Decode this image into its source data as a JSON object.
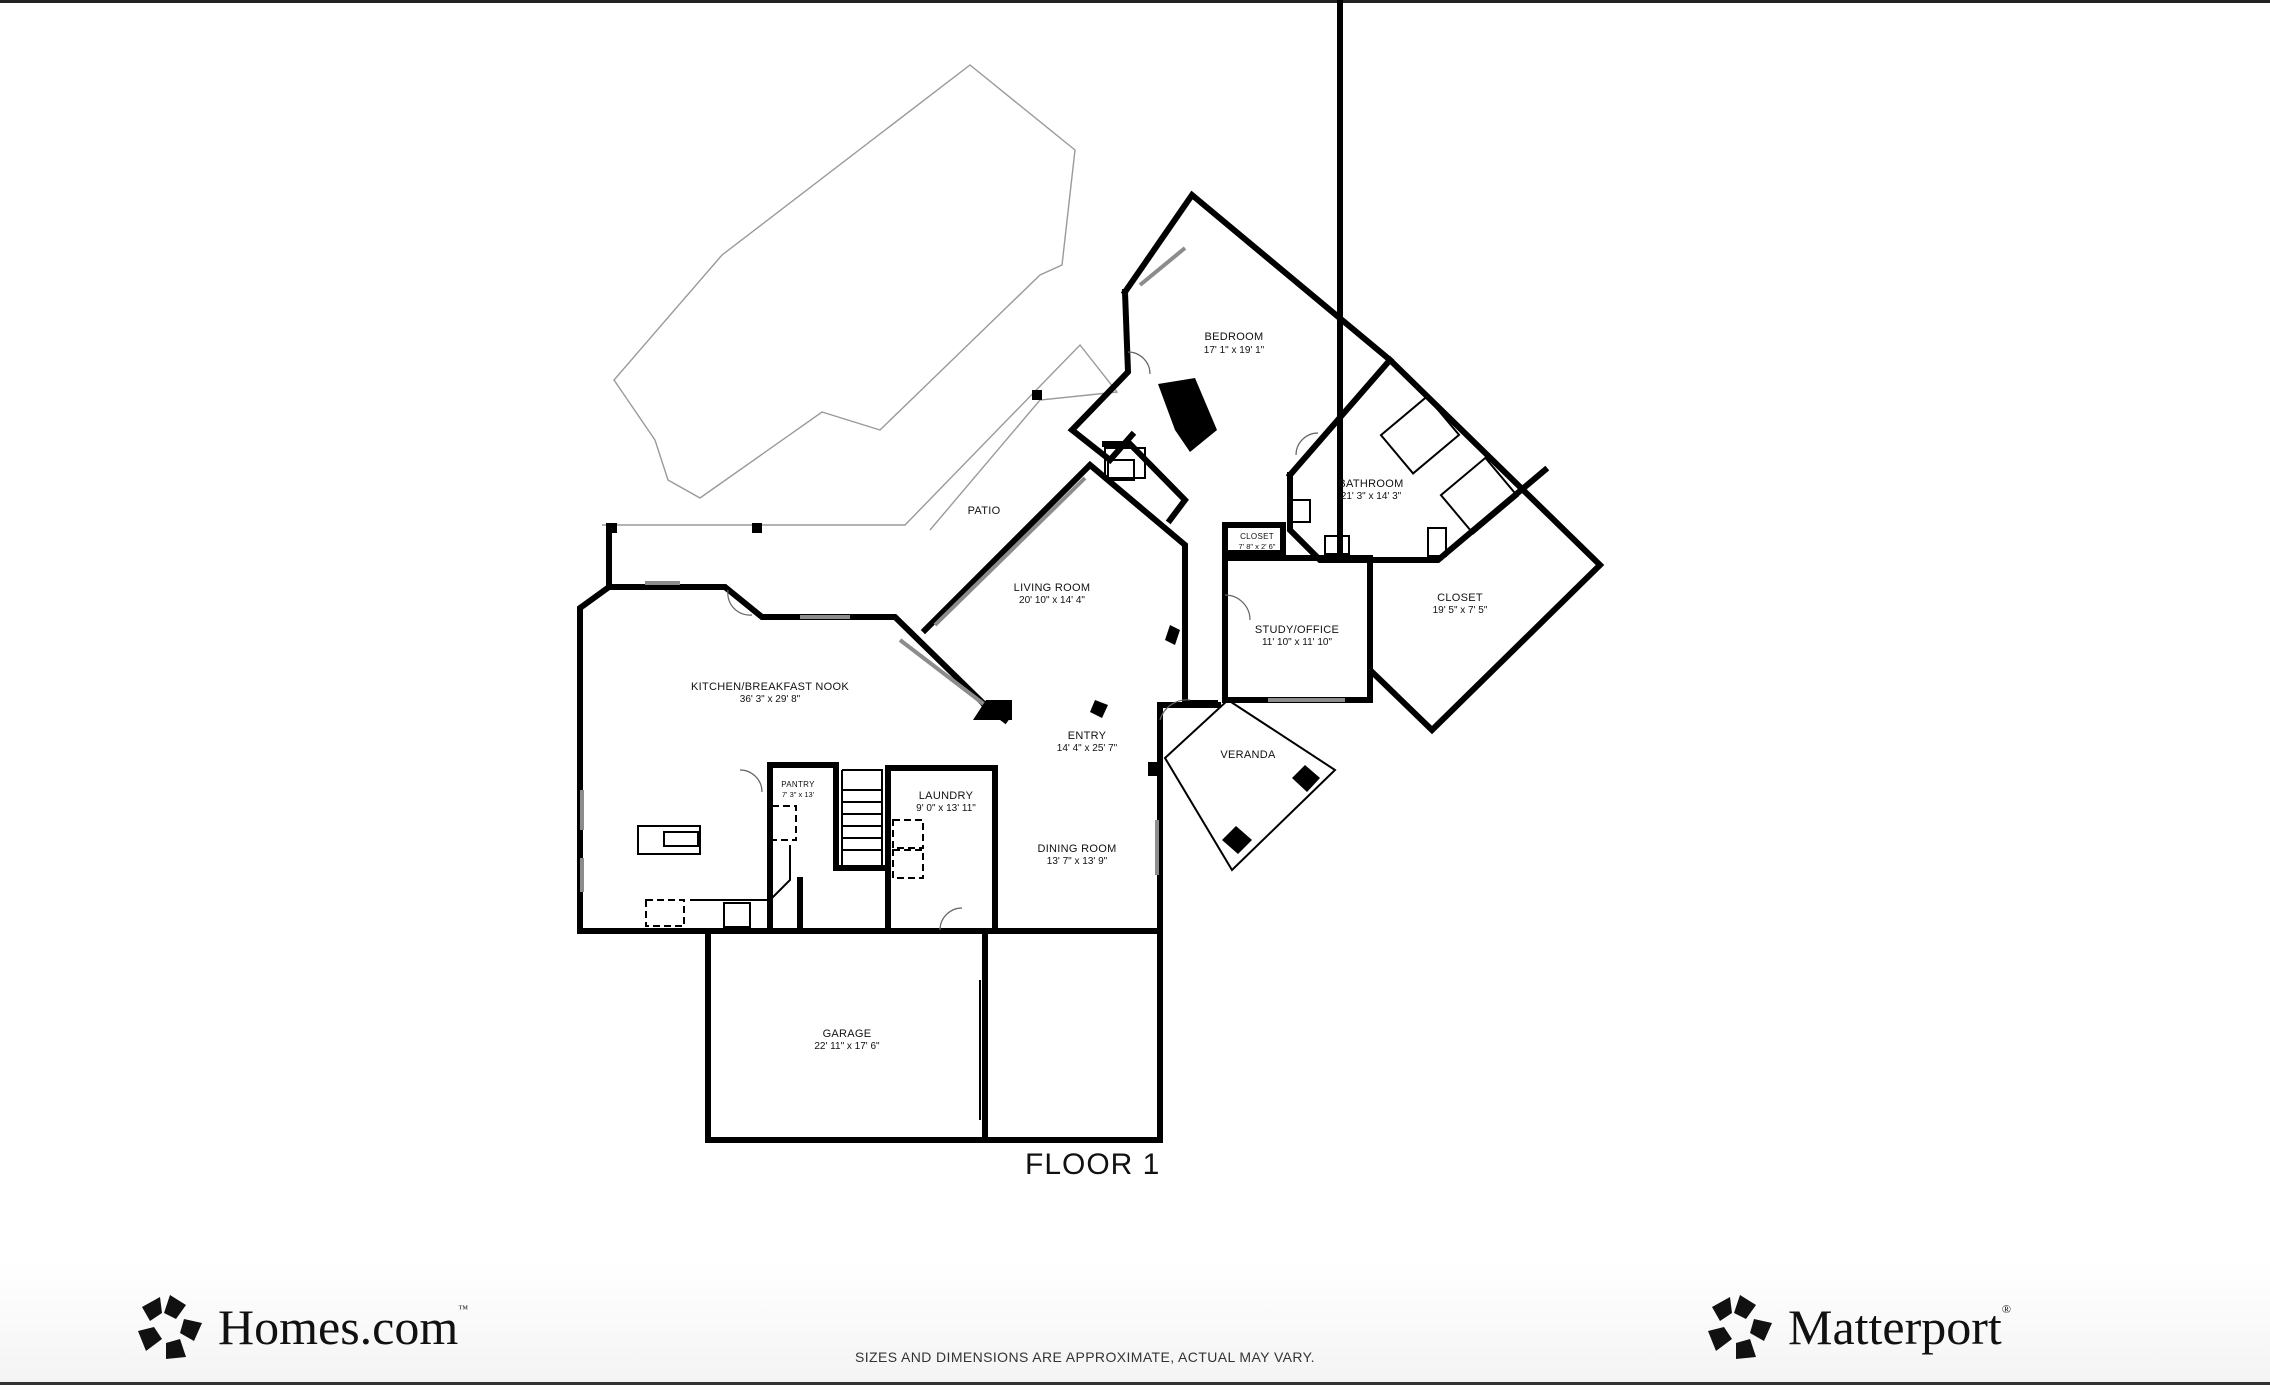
{
  "floor_title": "FLOOR 1",
  "rooms": {
    "bedroom": {
      "label": "BEDROOM",
      "dims": "17' 1\" x 19' 1\""
    },
    "bathroom": {
      "label": "BATHROOM",
      "dims": "21' 3\" x 14' 3\""
    },
    "closet_small": {
      "label": "CLOSET",
      "dims": "7' 8\" x 2' 6\""
    },
    "closet": {
      "label": "CLOSET",
      "dims": "19' 5\" x 7' 5\""
    },
    "patio": {
      "label": "PATIO"
    },
    "living_room": {
      "label": "LIVING ROOM",
      "dims": "20' 10\" x 14' 4\""
    },
    "study": {
      "label": "STUDY/OFFICE",
      "dims": "11' 10\" x 11' 10\""
    },
    "kitchen": {
      "label": "KITCHEN/BREAKFAST NOOK",
      "dims": "36' 3\" x 29' 8\""
    },
    "entry": {
      "label": "ENTRY",
      "dims": "14' 4\" x 25' 7\""
    },
    "veranda": {
      "label": "VERANDA"
    },
    "pantry": {
      "label": "PANTRY",
      "dims": "7' 3\" x 13'"
    },
    "laundry": {
      "label": "LAUNDRY",
      "dims": "9' 0\" x 13' 11\""
    },
    "dining_room": {
      "label": "DINING ROOM",
      "dims": "13' 7\" x 13' 9\""
    },
    "garage": {
      "label": "GARAGE",
      "dims": "22' 11\" x 17' 6\""
    }
  },
  "footer": {
    "left_brand": "Homes.com",
    "left_brand_tm": "™",
    "right_brand": "Matterport",
    "right_brand_tm": "®",
    "disclaimer": "SIZES AND DIMENSIONS ARE APPROXIMATE, ACTUAL MAY VARY."
  },
  "icons": {
    "left_logo": "homes-com-pinwheel-icon",
    "right_logo": "matterport-pinwheel-icon"
  }
}
